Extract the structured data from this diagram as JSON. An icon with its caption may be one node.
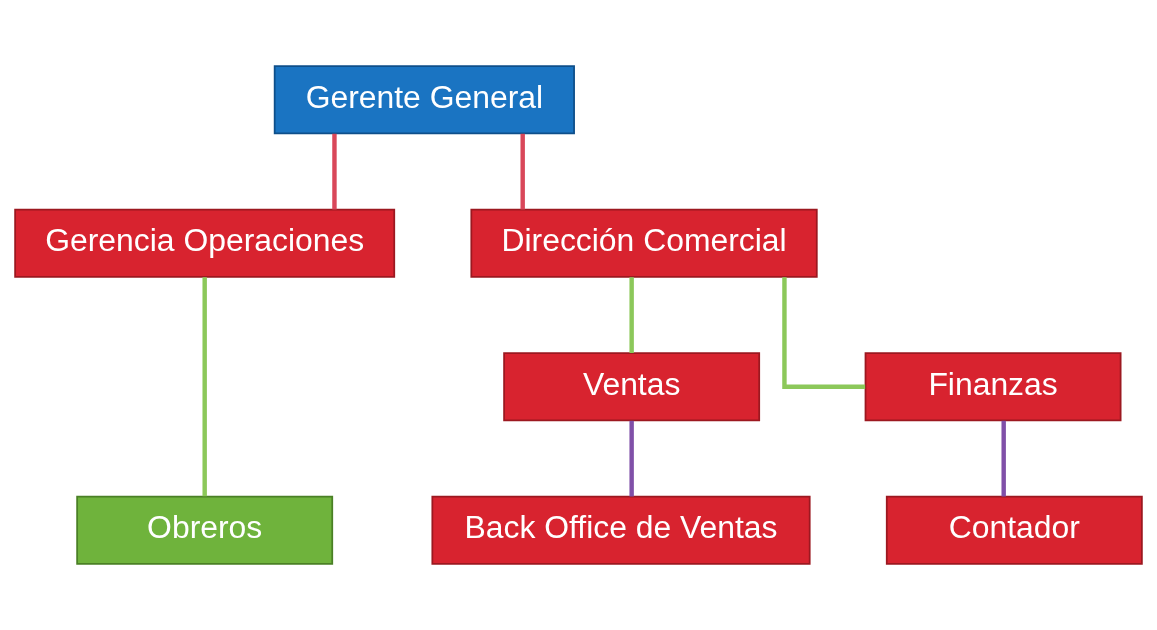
{
  "diagram": {
    "nodes": [
      {
        "text": [
          "Gerente General"
        ]
      },
      {
        "text": [
          "Gerencia Operaciones"
        ]
      },
      {
        "text": [
          "Dirección Comercial"
        ]
      },
      {
        "text": [
          "Ventas"
        ]
      },
      {
        "text": [
          "Finanzas"
        ]
      },
      {
        "text": [
          "Back Office de Ventas"
        ]
      },
      {
        "text": [
          "Contador"
        ]
      },
      {
        "text": [
          "Obreros"
        ]
      }
    ],
    "edges": [
      {
        "from": 0,
        "to": 1,
        "arrow": "none",
        "color": "#d9475a"
      },
      {
        "from": 0,
        "to": 2,
        "arrow": "none",
        "color": "#d9475a"
      },
      {
        "from": 1,
        "to": 7,
        "arrow": "none",
        "color": "#8cc85a"
      },
      {
        "from": 2,
        "to": 3,
        "arrow": "none",
        "color": "#8cc85a"
      },
      {
        "from": 2,
        "to": 4,
        "arrow": "none",
        "color": "#8cc85a"
      },
      {
        "from": 3,
        "to": 5,
        "arrow": "none",
        "color": "#8050a8"
      },
      {
        "from": 4,
        "to": 6,
        "arrow": "none",
        "color": "#8050a8"
      }
    ]
  }
}
